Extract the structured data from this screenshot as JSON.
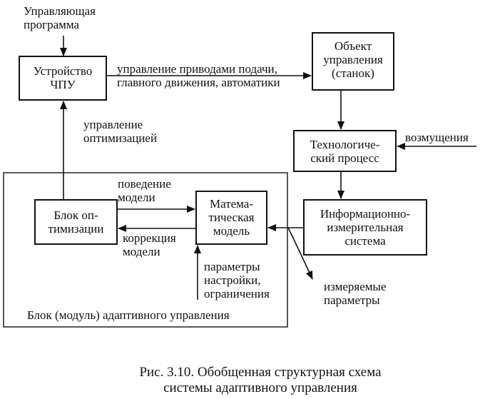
{
  "inputs": {
    "control_program": "Управляющая\nпрограмма",
    "disturbances": "возмущения"
  },
  "blocks": {
    "cnc": "Устройство\nЧПУ",
    "object": "Объект\nуправления\n(станок)",
    "process": "Технологиче-\nский процесс",
    "measuring": "Информационно-\nизмерительная\nсистема",
    "optimization": "Блок оп-\nтимизации",
    "model": "Матема-\nтическая\nмодель"
  },
  "arrow_labels": {
    "drive_control": "управление приводами подачи,\nглавного движения, автоматики",
    "optimization_control": "управление\nоптимизацией",
    "model_behavior": "поведение\nмодели",
    "model_correction": "коррекция\nмодели",
    "tuning_params": "параметры\nнастройки,\nограничения",
    "measured_params": "измеряемые\nпараметры"
  },
  "adaptive_module_label": "Блок (модуль) адаптивного управления",
  "caption": "Рис. 3.10. Обобщенная структурная схема\nсистемы адаптивного управления"
}
